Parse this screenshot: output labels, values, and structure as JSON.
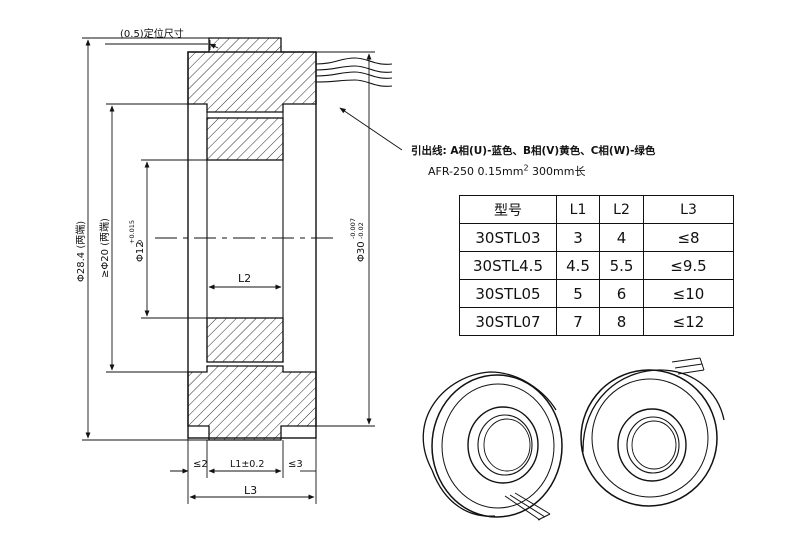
{
  "drawing": {
    "top_note": "(0.5)定位尺寸",
    "dia_outer": "Φ28.4 (两端)",
    "dia_inner": "≥Φ20 (两端)",
    "dia_bore": "Φ12",
    "dia_bore_tol_upper": "+0.015",
    "dia_bore_tol_lower": "0",
    "dia_body": "Φ30",
    "dia_body_tol_upper": "-0.007",
    "dia_body_tol_lower": "-0.02",
    "dim_L2": "L2",
    "dim_left": "≤2",
    "dim_L1": "L1±0.2",
    "dim_right": "≤3",
    "dim_L3": "L3"
  },
  "lead_note": {
    "line1": "引出线: A相(U)-蓝色、B相(V)黄色、C相(W)-绿色",
    "line2": "AFR-250  0.15mm",
    "line2_sup": "2",
    "line2_tail": "  300mm长"
  },
  "table": {
    "headers": [
      "型号",
      "L1",
      "L2",
      "L3"
    ],
    "rows": [
      [
        "30STL03",
        "3",
        "4",
        "≤8"
      ],
      [
        "30STL4.5",
        "4.5",
        "5.5",
        "≤9.5"
      ],
      [
        "30STL05",
        "5",
        "6",
        "≤10"
      ],
      [
        "30STL07",
        "7",
        "8",
        "≤12"
      ]
    ]
  }
}
